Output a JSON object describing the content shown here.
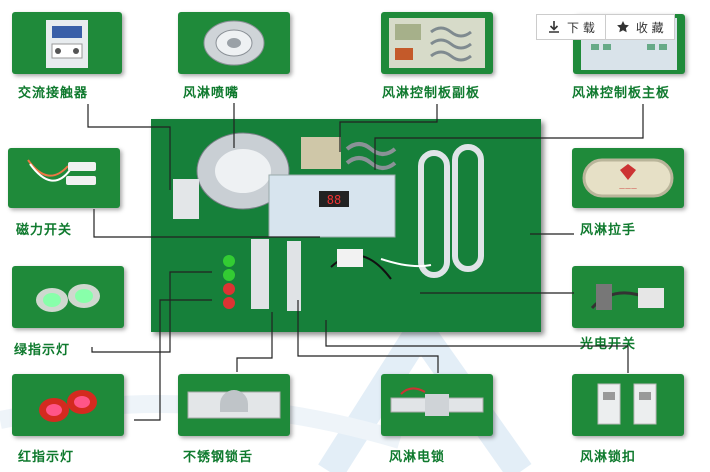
{
  "toolbar": {
    "download_label": "下 载",
    "favorite_label": "收 藏"
  },
  "parts": {
    "contactor": "交流接触器",
    "nozzle": "风淋喷嘴",
    "sub_board": "风淋控制板副板",
    "main_board": "风淋控制板主板",
    "magnetic_switch": "磁力开关",
    "handle": "风淋拉手",
    "green_light": "绿指示灯",
    "photo_switch": "光电开关",
    "red_light": "红指示灯",
    "tongue": "不锈钢锁舌",
    "lock": "风淋电锁",
    "buckle": "风淋锁扣"
  },
  "panel": {
    "display": "88"
  },
  "colors": {
    "green": "#1f8a3a",
    "label": "#0f7a2e"
  }
}
